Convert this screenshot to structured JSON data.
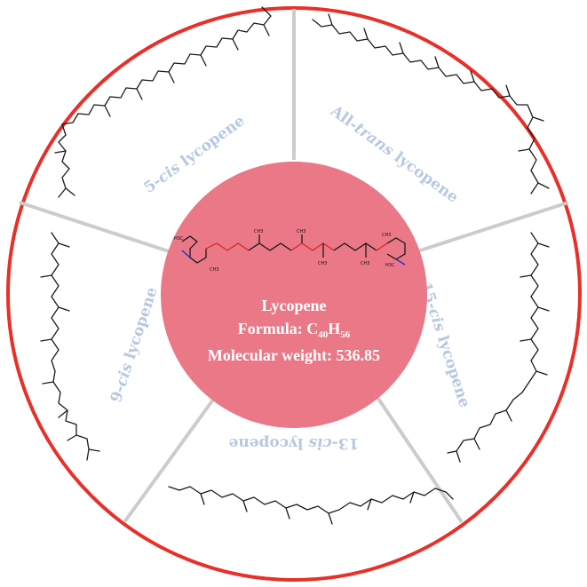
{
  "colors": {
    "outer_ring": "#e8302a",
    "dividers": "#cccccc",
    "center_disc": "#ea7887",
    "segment_label": "#b8c8e0",
    "center_text": "#ffffff",
    "molecule_bonds": "#1a1a1a"
  },
  "center": {
    "name": "Lycopene",
    "formula_prefix": "Formula: C",
    "formula_c_sub": "40",
    "formula_h": "H",
    "formula_h_sub": "56",
    "weight": "Molecular weight: 536.85",
    "ch3_label": "CH3",
    "h3c_label": "H3C"
  },
  "segments": [
    {
      "id": "5-cis",
      "prefix": "5-",
      "italic": "cis",
      "suffix": " lycopene"
    },
    {
      "id": "all-trans",
      "prefix": "All-",
      "italic": "trans",
      "suffix": " lycopene"
    },
    {
      "id": "15-cis",
      "prefix": "15-",
      "italic": "cis",
      "suffix": " lycopene"
    },
    {
      "id": "13-cis",
      "prefix": "13-",
      "italic": "cis",
      "suffix": " lycopene"
    },
    {
      "id": "9-cis",
      "prefix": "9-",
      "italic": "cis",
      "suffix": " lycopene"
    }
  ]
}
